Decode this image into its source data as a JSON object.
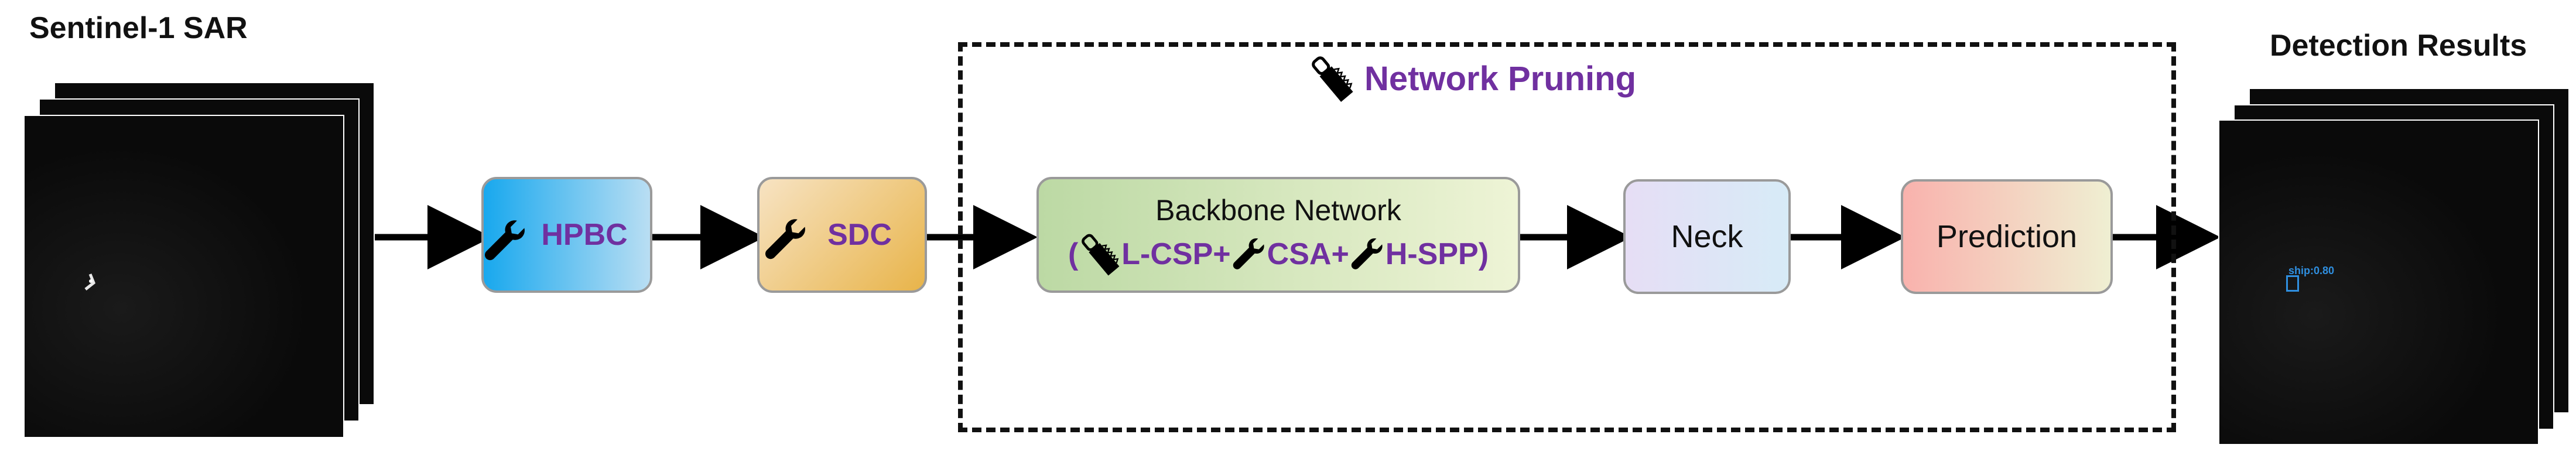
{
  "input": {
    "title": "Sentinel-1 SAR"
  },
  "output": {
    "title": "Detection Results",
    "detection_label": "ship:0.80"
  },
  "pruning": {
    "title": "Network Pruning"
  },
  "modules": {
    "hpbc": "HPBC",
    "sdc": "SDC",
    "backbone_title": "Backbone Network",
    "backbone_open": "(",
    "lcsp": "L-CSP",
    "plus1": "+",
    "csa": "CSA",
    "plus2": "+",
    "hspp": "H-SPP",
    "backbone_close": ")",
    "neck": "Neck",
    "prediction": "Prediction"
  },
  "colors": {
    "accent_purple": "#7030a0",
    "hpbc_gradient": [
      "#18a8ee",
      "#b9def3"
    ],
    "sdc_gradient": [
      "#f7e3c3",
      "#e8b44a"
    ],
    "backbone_gradient": [
      "#bcd9a4",
      "#eef4d6"
    ],
    "neck_gradient": [
      "#e6def5",
      "#d7ebf7"
    ],
    "prediction_gradient": [
      "#f9b2ad",
      "#efefd2"
    ]
  },
  "icons": [
    "wrench-icon",
    "saw-icon",
    "arrow-right-icon"
  ]
}
